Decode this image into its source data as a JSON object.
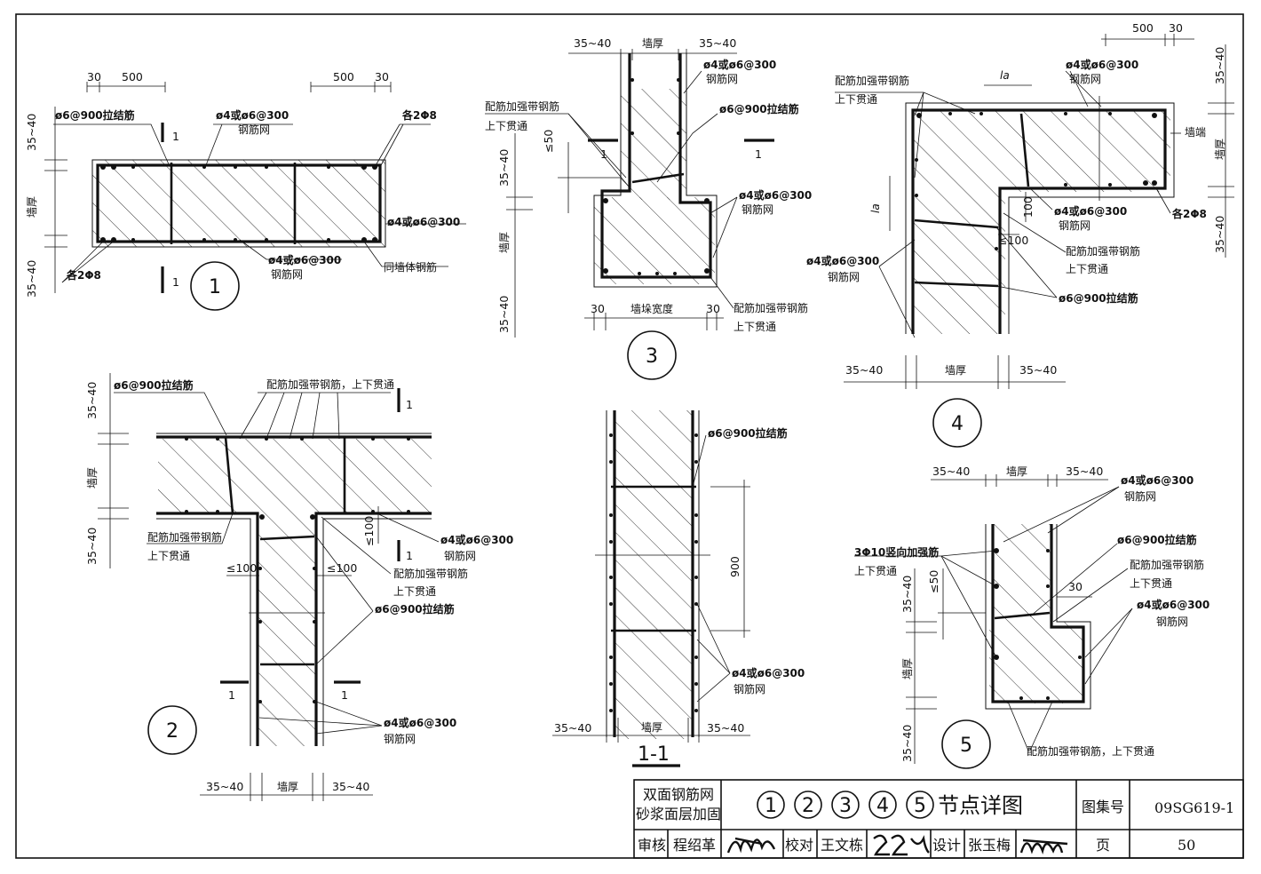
{
  "title_block": {
    "category_line1": "双面钢筋网",
    "category_line2": "砂浆面层加固",
    "title_nums": [
      "1",
      "2",
      "3",
      "4",
      "5"
    ],
    "title_suffix": "节点详图",
    "atlas_label": "图集号",
    "atlas_no": "09SG619-1",
    "review_label": "审核",
    "reviewer": "程绍革",
    "check_label": "校对",
    "checker": "王文栋",
    "design_label": "设计",
    "designer": "张玉梅",
    "page_label": "页",
    "page_no": "50"
  },
  "labels": {
    "tie_bar": "ø6@900拉结筋",
    "mesh_top": "ø4或ø6@300",
    "mesh_bottom": "钢筋网",
    "two_bars": "各2Φ8",
    "same_wall": "同墙体钢筋",
    "band": "配筋加强带钢筋",
    "through": "上下贯通",
    "band_through": "配筋加强带钢筋，上下贯通",
    "wall_thk": "墙厚",
    "pier_width": "墙垛宽度",
    "wall_end": "墙端",
    "vert_bars": "3Φ10竖向加强筋",
    "la": "la"
  },
  "dims": {
    "d30": "30",
    "d500": "500",
    "d35_40": "35~40",
    "le50": "≤50",
    "le100": "≤100",
    "d900": "900",
    "d100": "100"
  },
  "markers": {
    "n1": "1",
    "n2": "2",
    "n3": "3",
    "n4": "4",
    "n5": "5",
    "sec": "1",
    "sec_title": "1-1"
  }
}
